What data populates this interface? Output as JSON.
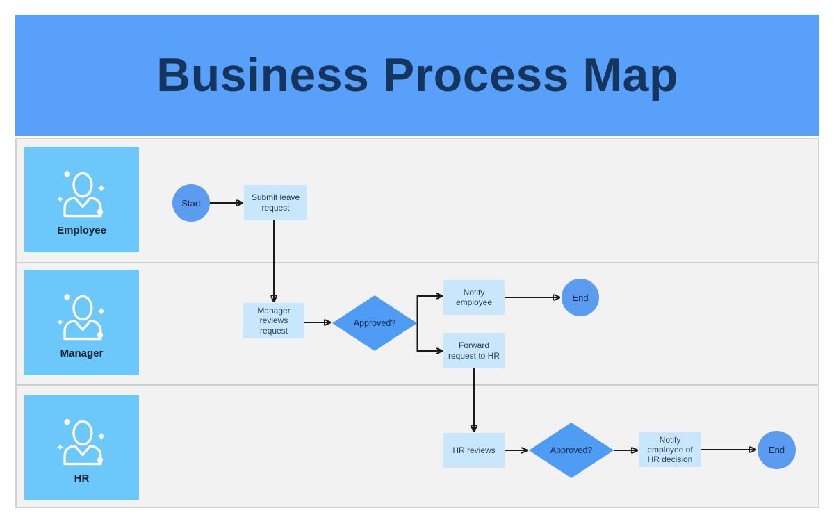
{
  "header": {
    "title": "Business Process Map"
  },
  "colors": {
    "header_bg": "#58a0fa",
    "title_text": "#16355e",
    "lane_bg": "#f2f2f3",
    "lane_border": "#d2d2d2",
    "role_box_bg": "#6cc8fa",
    "process_bg": "#c8e7fc",
    "decision_bg": "#4e9cf3",
    "terminal_bg": "#5b9bf0",
    "arrow": "#1a1a1a"
  },
  "lanes": [
    {
      "label": "Employee",
      "icon": "person-sparkle-icon"
    },
    {
      "label": "Manager",
      "icon": "person-sparkle-icon"
    },
    {
      "label": "HR",
      "icon": "person-sparkle-icon"
    }
  ],
  "nodes": [
    {
      "id": "start",
      "type": "terminal",
      "lane": "Employee",
      "label": "Start"
    },
    {
      "id": "submit-leave-request",
      "type": "process",
      "lane": "Employee",
      "label": "Submit leave\nrequest"
    },
    {
      "id": "manager-reviews-request",
      "type": "process",
      "lane": "Manager",
      "label": "Manager\nreviews request"
    },
    {
      "id": "approved-manager",
      "type": "decision",
      "lane": "Manager",
      "label": "Approved?"
    },
    {
      "id": "notify-employee",
      "type": "process",
      "lane": "Manager",
      "label": "Notify\nemployee"
    },
    {
      "id": "end-manager",
      "type": "terminal",
      "lane": "Manager",
      "label": "End"
    },
    {
      "id": "forward-request-to-hr",
      "type": "process",
      "lane": "Manager",
      "label": "Forward\nrequest to HR"
    },
    {
      "id": "hr-reviews",
      "type": "process",
      "lane": "HR",
      "label": "HR reviews"
    },
    {
      "id": "approved-hr",
      "type": "decision",
      "lane": "HR",
      "label": "Approved?"
    },
    {
      "id": "notify-employee-of-hr-decision",
      "type": "process",
      "lane": "HR",
      "label": "Notify\nemployee of\nHR decision"
    },
    {
      "id": "end-hr",
      "type": "terminal",
      "lane": "HR",
      "label": "End"
    }
  ],
  "edges": [
    {
      "from": "start",
      "to": "submit-leave-request"
    },
    {
      "from": "submit-leave-request",
      "to": "manager-reviews-request"
    },
    {
      "from": "manager-reviews-request",
      "to": "approved-manager"
    },
    {
      "from": "approved-manager",
      "to": "notify-employee"
    },
    {
      "from": "approved-manager",
      "to": "forward-request-to-hr"
    },
    {
      "from": "notify-employee",
      "to": "end-manager"
    },
    {
      "from": "forward-request-to-hr",
      "to": "hr-reviews"
    },
    {
      "from": "hr-reviews",
      "to": "approved-hr"
    },
    {
      "from": "approved-hr",
      "to": "notify-employee-of-hr-decision"
    },
    {
      "from": "notify-employee-of-hr-decision",
      "to": "end-hr"
    }
  ]
}
